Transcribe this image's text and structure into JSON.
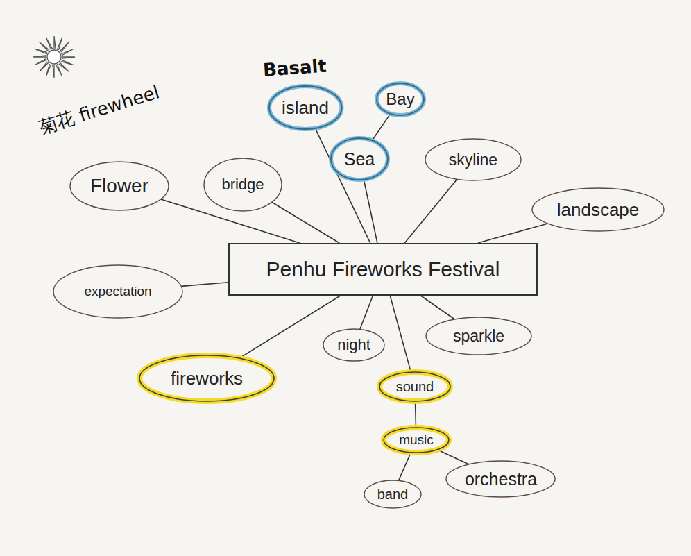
{
  "diagram": {
    "nodes": [
      {
        "text": [
          "Bay"
        ]
      },
      {
        "text": [
          "island"
        ]
      },
      {
        "text": [
          "Sea"
        ]
      },
      {
        "text": [
          "skyline"
        ]
      },
      {
        "text": [
          "Flower"
        ]
      },
      {
        "text": [
          "bridge"
        ]
      },
      {
        "text": [
          "landscape"
        ]
      },
      {
        "text": [
          "Penhu Fireworks Festival"
        ]
      },
      {
        "text": [
          "expectation"
        ]
      },
      {
        "text": [
          "sparkle"
        ]
      },
      {
        "text": [
          "night"
        ]
      },
      {
        "text": [
          "fireworks"
        ]
      },
      {
        "text": [
          "sound"
        ]
      },
      {
        "text": [
          "music"
        ]
      },
      {
        "text": [
          "band"
        ]
      },
      {
        "text": [
          "orchestra"
        ]
      }
    ],
    "edges": [
      {
        "from": 7,
        "to": 4,
        "arrow": "none"
      },
      {
        "from": 7,
        "to": 5,
        "arrow": "none"
      },
      {
        "from": 7,
        "to": 1,
        "arrow": "none"
      },
      {
        "from": 7,
        "to": 2,
        "arrow": "none"
      },
      {
        "from": 2,
        "to": 0,
        "arrow": "none"
      },
      {
        "from": 7,
        "to": 3,
        "arrow": "none"
      },
      {
        "from": 7,
        "to": 6,
        "arrow": "none"
      },
      {
        "from": 7,
        "to": 8,
        "arrow": "none"
      },
      {
        "from": 7,
        "to": 11,
        "arrow": "none"
      },
      {
        "from": 7,
        "to": 10,
        "arrow": "none"
      },
      {
        "from": 7,
        "to": 12,
        "arrow": "none"
      },
      {
        "from": 7,
        "to": 9,
        "arrow": "none"
      },
      {
        "from": 12,
        "to": 13,
        "arrow": "none"
      },
      {
        "from": 13,
        "to": 14,
        "arrow": "none"
      },
      {
        "from": 13,
        "to": 15,
        "arrow": "none"
      }
    ],
    "labels": [
      "菊花 firewheel",
      "Basalt"
    ]
  }
}
